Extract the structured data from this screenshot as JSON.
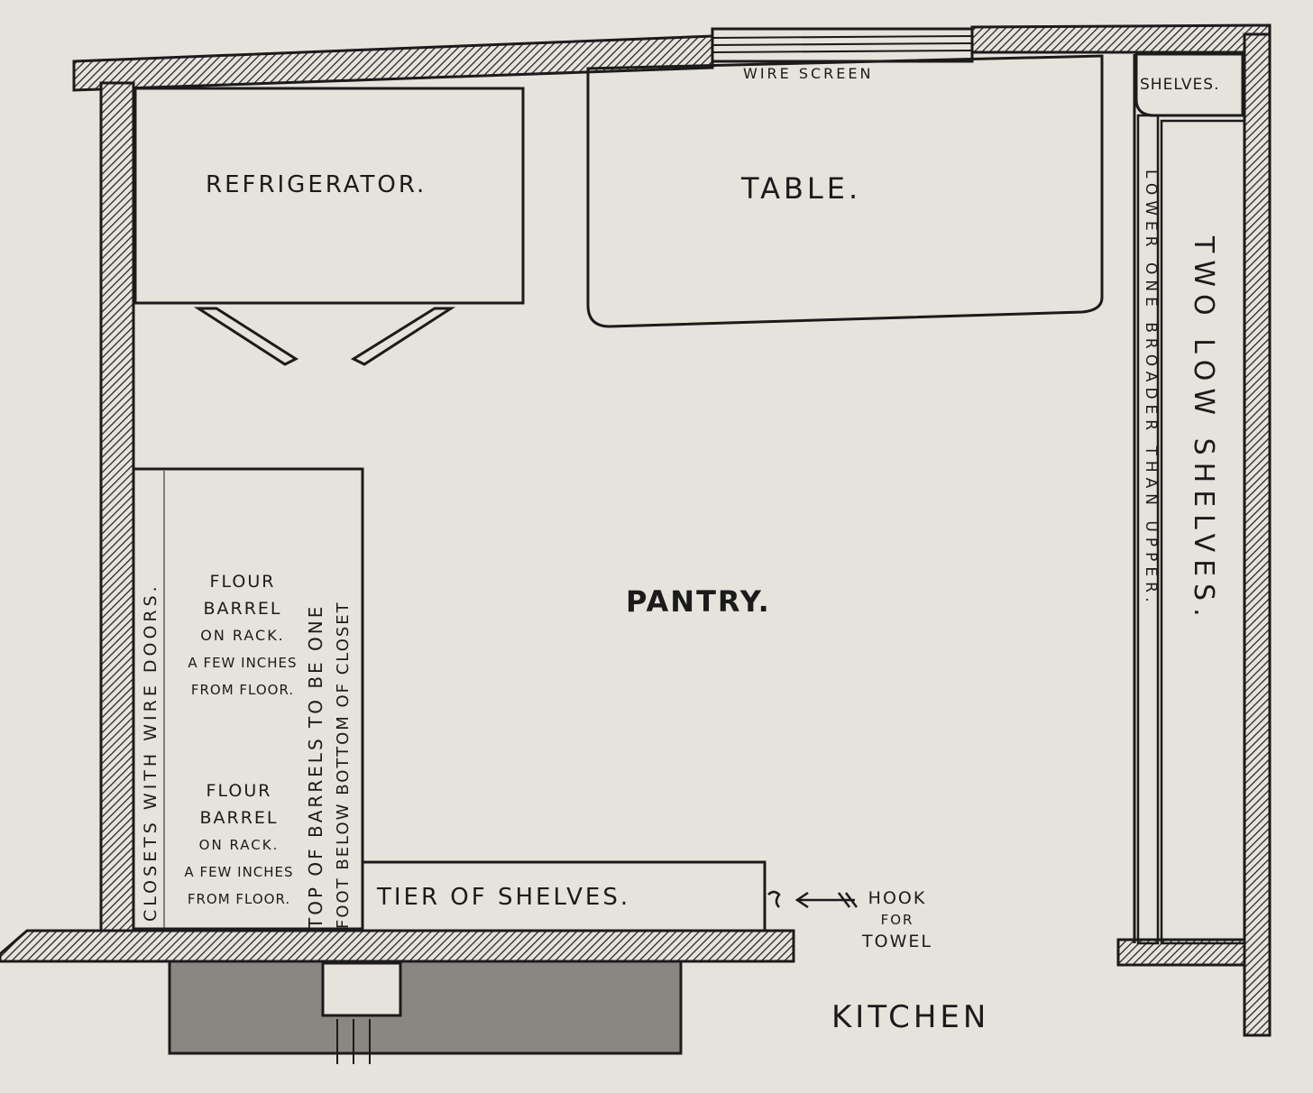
{
  "labels": {
    "wire_screen": "WIRE SCREEN",
    "shelves": "SHELVES.",
    "refrigerator": "REFRIGERATOR.",
    "table": "TABLE.",
    "two_low_shelves": "TWO LOW SHELVES.",
    "lower_one_broader": "LOWER ONE BROADER THAN UPPER.",
    "pantry": "PANTRY.",
    "closets_wire_doors": "CLOSETS WITH WIRE DOORS.",
    "top_of_barrels": "TOP OF BARRELS TO BE ONE",
    "foot_below_bottom": "FOOT BELOW BOTTOM OF CLOSET",
    "flour_barrel_1": [
      "FLOUR",
      "BARREL",
      "ON RACK.",
      "A FEW INCHES",
      "FROM FLOOR."
    ],
    "flour_barrel_2": [
      "FLOUR",
      "BARREL",
      "ON RACK.",
      "A FEW INCHES",
      "FROM FLOOR."
    ],
    "tier_of_shelves": "TIER OF SHELVES.",
    "hook_for_towel": [
      "HOOK",
      "FOR",
      "TOWEL"
    ],
    "kitchen": "KITCHEN"
  },
  "colors": {
    "paper": "#e6e3dc",
    "ink": "#1b1b1b",
    "chimney_fill": "#8a8782"
  }
}
